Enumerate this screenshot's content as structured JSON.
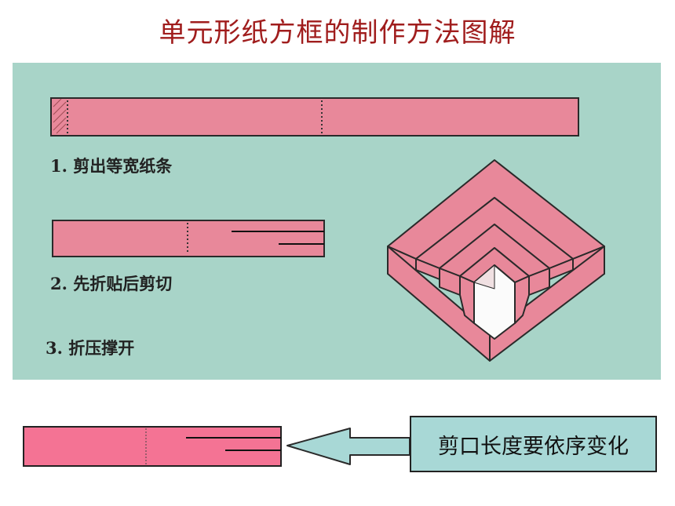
{
  "title": "单元形纸方框的制作方法图解",
  "steps": [
    {
      "label": "1. 剪出等宽纸条"
    },
    {
      "label": "2. 先折贴后剪切"
    },
    {
      "label": "3. 折压撑开"
    }
  ],
  "note": "剪口长度要依序变化",
  "colors": {
    "title": "#a01d1d",
    "panel": "#a8d4c8",
    "paper": "#e8889a",
    "strip_bottom": "#f47394",
    "note_box": "#a8d8d6"
  }
}
